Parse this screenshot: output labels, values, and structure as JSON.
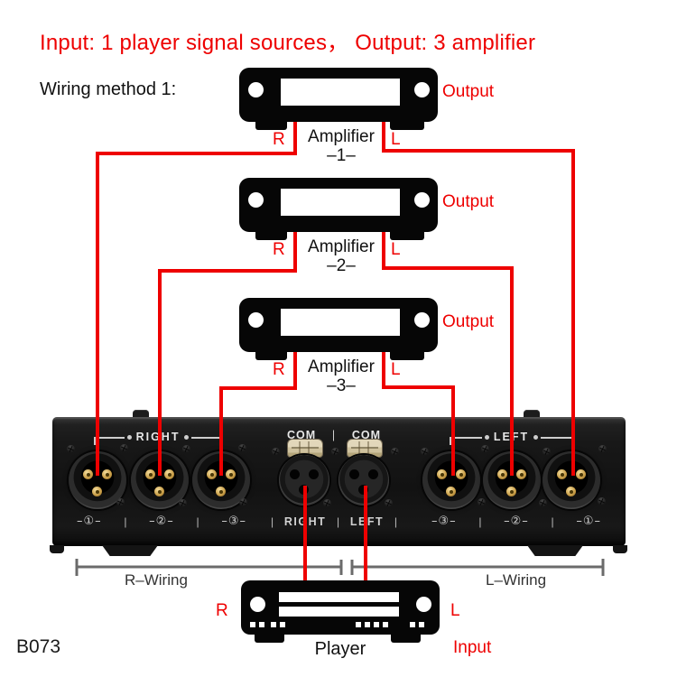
{
  "title": "Input: 1 player signal sources， Output: 3 amplifier",
  "wiring_method_label": "Wiring method 1:",
  "model_code": "B073",
  "colors": {
    "accent_red": "#ee0000",
    "device_label_gray": "#d9d9d9",
    "bracket_gray": "#6b6b6b"
  },
  "amplifiers": [
    {
      "name": "Amplifier",
      "number": "–1–",
      "r_label": "R",
      "l_label": "L",
      "output_label": "Output"
    },
    {
      "name": "Amplifier",
      "number": "–2–",
      "r_label": "R",
      "l_label": "L",
      "output_label": "Output"
    },
    {
      "name": "Amplifier",
      "number": "–3–",
      "r_label": "R",
      "l_label": "L",
      "output_label": "Output"
    }
  ],
  "device": {
    "right_group_label": "RIGHT",
    "left_group_label": "LEFT",
    "com_labels": {
      "right": "COM",
      "separator": "|",
      "left": "COM"
    },
    "right_ports": [
      "–①–",
      "|",
      "–②–",
      "|",
      "–③–"
    ],
    "center_ports": [
      "|",
      "RIGHT",
      "|",
      "LEFT",
      "|"
    ],
    "left_ports": [
      "–③–",
      "|",
      "–②–",
      "|",
      "–①–"
    ]
  },
  "wiring_spans": {
    "r_label": "R–Wiring",
    "l_label": "L–Wiring"
  },
  "player": {
    "name": "Player",
    "r_label": "R",
    "l_label": "L",
    "input_label": "Input"
  }
}
